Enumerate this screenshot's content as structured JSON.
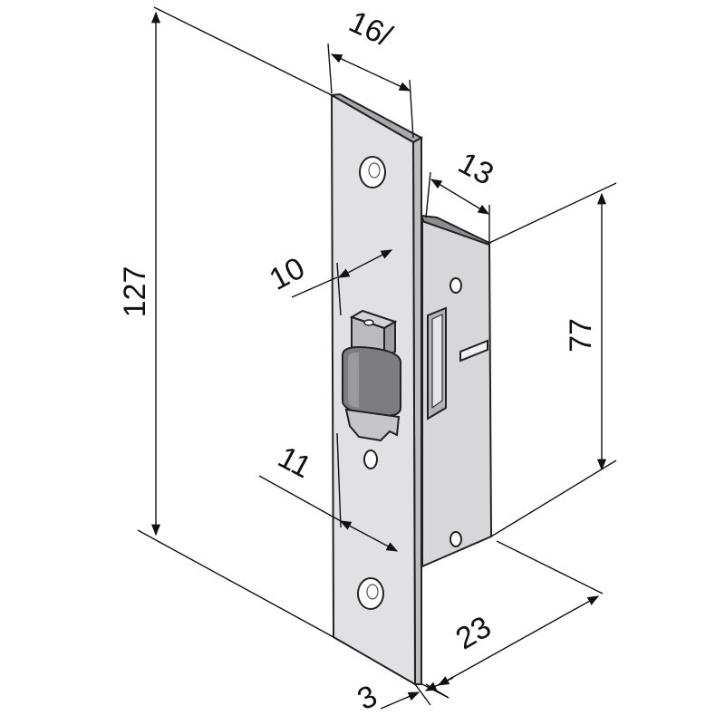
{
  "dimensions": {
    "height_total": "127",
    "plate_width": "16/",
    "case_depth_top": "13",
    "latch_width": "10",
    "case_height": "77",
    "latch_offset": "11",
    "case_depth": "23",
    "plate_thickness": "3"
  },
  "colors": {
    "plate_front": "#e1e1e3",
    "plate_side": "#bdbdc0",
    "plate_top": "#a9a9ac",
    "case_front": "#d7d7da",
    "case_top": "#8e8e92",
    "latch_bolt": "#7d7d80",
    "latch_face": "#bbbbbe",
    "hole_fill": "#ffffff",
    "line": "#111111"
  }
}
